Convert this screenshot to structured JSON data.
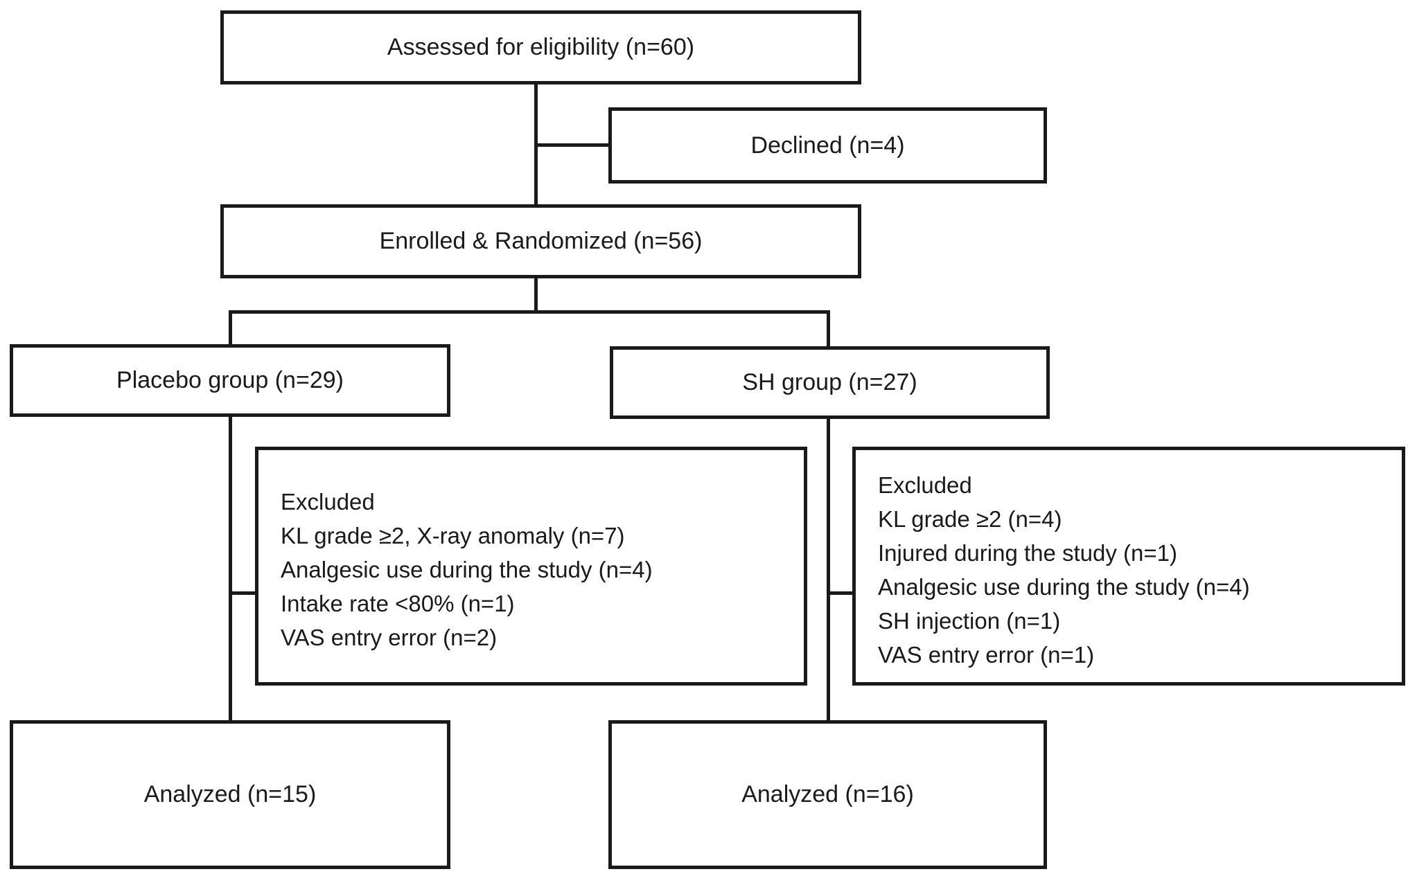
{
  "flowchart": {
    "assessed": "Assessed for eligibility (n=60)",
    "declined": "Declined (n=4)",
    "enrolled": "Enrolled & Randomized (n=56)",
    "placebo": {
      "group": "Placebo group (n=29)",
      "excluded_title": "Excluded",
      "excluded_items": [
        "KL grade ≥2, X-ray anomaly (n=7)",
        "Analgesic use during the study (n=4)",
        "Intake rate <80% (n=1)",
        "VAS entry error (n=2)"
      ],
      "analyzed": "Analyzed (n=15)"
    },
    "sh": {
      "group": "SH group (n=27)",
      "excluded_title": "Excluded",
      "excluded_items": [
        "KL grade ≥2 (n=4)",
        "Injured during the study (n=1)",
        "Analgesic use during the study (n=4)",
        "SH injection  (n=1)",
        "VAS entry error (n=1)"
      ],
      "analyzed": "Analyzed (n=16)"
    }
  }
}
